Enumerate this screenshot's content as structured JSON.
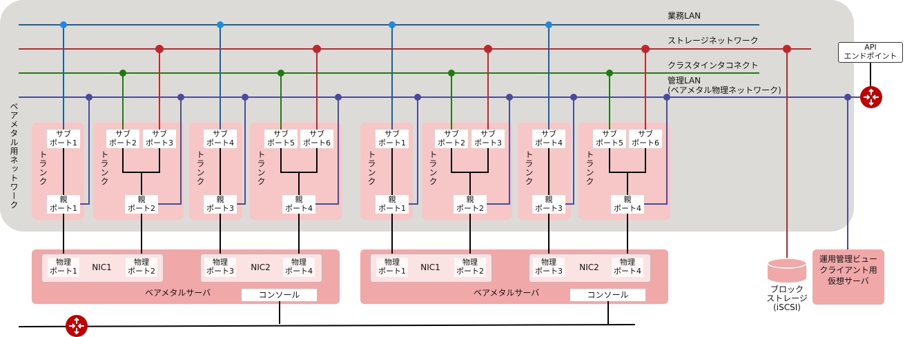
{
  "networks": {
    "business_lan": "業務LAN",
    "storage_network": "ストレージネットワーク",
    "cluster_interconnect": "クラスタインタコネクト",
    "management_lan_line1": "管理LAN",
    "management_lan_line2": "(ベアメタル物理ネットワーク)"
  },
  "colors": {
    "business_lan": "#1a5fa0",
    "business_lan_dot": "#1e88e5",
    "storage_network": "#c0272d",
    "cluster_interconnect": "#1f7a0f",
    "management_lan": "#4a4a9c",
    "router": "#c00000",
    "gray_area": "#dcdbd8",
    "trunk": "#f7c6c6",
    "server": "#f0a8a9"
  },
  "left_label": "ベアメタル用ネットワーク",
  "trunk_label": "トランク",
  "servers": [
    {
      "trunks": [
        {
          "subports": [
            {
              "l1": "サブ",
              "l2": "ポート1"
            }
          ],
          "parent": {
            "l1": "親",
            "l2": "ポート1"
          }
        },
        {
          "subports": [
            {
              "l1": "サブ",
              "l2": "ポート2"
            },
            {
              "l1": "サブ",
              "l2": "ポート3"
            }
          ],
          "parent": {
            "l1": "親",
            "l2": "ポート2"
          }
        },
        {
          "subports": [
            {
              "l1": "サブ",
              "l2": "ポート4"
            }
          ],
          "parent": {
            "l1": "親",
            "l2": "ポート3"
          }
        },
        {
          "subports": [
            {
              "l1": "サブ",
              "l2": "ポート5"
            },
            {
              "l1": "サブ",
              "l2": "ポート6"
            }
          ],
          "parent": {
            "l1": "親",
            "l2": "ポート4"
          }
        }
      ],
      "nics": [
        {
          "name": "NIC1",
          "ports": [
            {
              "l1": "物理",
              "l2": "ポート1"
            },
            {
              "l1": "物理",
              "l2": "ポート2"
            }
          ]
        },
        {
          "name": "NIC2",
          "ports": [
            {
              "l1": "物理",
              "l2": "ポート3"
            },
            {
              "l1": "物理",
              "l2": "ポート4"
            }
          ]
        }
      ],
      "label": "ベアメタルサーバ",
      "console": "コンソール"
    },
    {
      "trunks": [
        {
          "subports": [
            {
              "l1": "サブ",
              "l2": "ポート1"
            }
          ],
          "parent": {
            "l1": "親",
            "l2": "ポート1"
          }
        },
        {
          "subports": [
            {
              "l1": "サブ",
              "l2": "ポート2"
            },
            {
              "l1": "サブ",
              "l2": "ポート3"
            }
          ],
          "parent": {
            "l1": "親",
            "l2": "ポート2"
          }
        },
        {
          "subports": [
            {
              "l1": "サブ",
              "l2": "ポート4"
            }
          ],
          "parent": {
            "l1": "親",
            "l2": "ポート3"
          }
        },
        {
          "subports": [
            {
              "l1": "サブ",
              "l2": "ポート5"
            },
            {
              "l1": "サブ",
              "l2": "ポート6"
            }
          ],
          "parent": {
            "l1": "親",
            "l2": "ポート4"
          }
        }
      ],
      "nics": [
        {
          "name": "NIC1",
          "ports": [
            {
              "l1": "物理",
              "l2": "ポート1"
            },
            {
              "l1": "物理",
              "l2": "ポート2"
            }
          ]
        },
        {
          "name": "NIC2",
          "ports": [
            {
              "l1": "物理",
              "l2": "ポート3"
            },
            {
              "l1": "物理",
              "l2": "ポート4"
            }
          ]
        }
      ],
      "label": "ベアメタルサーバ",
      "console": "コンソール"
    }
  ],
  "api_endpoint": {
    "l1": "API",
    "l2": "エンドポイント"
  },
  "block_storage": {
    "l1": "ブロック",
    "l2": "ストレージ",
    "l3": "(iSCSI)"
  },
  "mgmt_server": {
    "l1": "運用管理ビュー",
    "l2": "クライアント用",
    "l3": "仮想サーバ"
  },
  "icons": {
    "router": "router-icon",
    "storage": "database-cylinder-icon"
  }
}
